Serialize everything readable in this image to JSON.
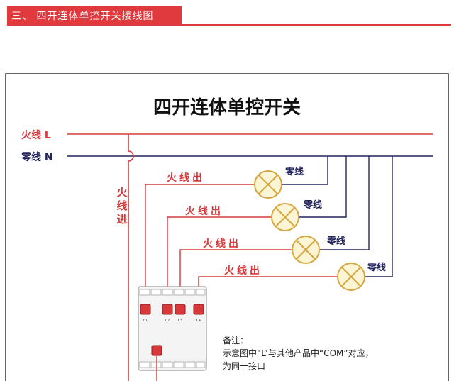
{
  "header": {
    "title": "三、 四开连体单控开关接线图"
  },
  "diagram": {
    "title": "四开连体单控开关",
    "live_wire_label": "火线 L",
    "neutral_wire_label": "零线 N",
    "live_in_label": "火线进",
    "live_out_label": "火线出",
    "neutral_label": "零线",
    "terminal_labels": [
      "L1",
      "L2",
      "L3",
      "L4"
    ],
    "note_lines": [
      "备注：",
      "示意图中“L”与其他产品中“COM”对应，",
      "为同一接口"
    ],
    "colors": {
      "live": "#d9383b",
      "neutral": "#23245e",
      "lamp_fill": "#fbf5d6",
      "lamp_stroke": "#d6a73e",
      "accent": "#e0393e"
    }
  }
}
